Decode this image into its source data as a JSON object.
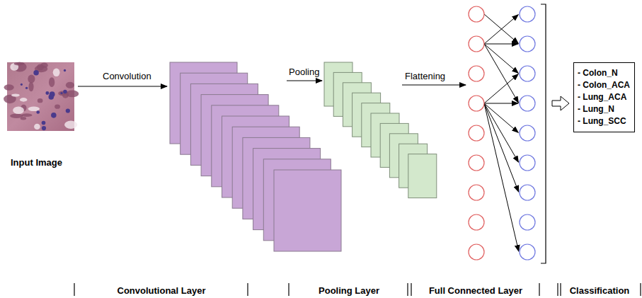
{
  "diagram": {
    "nodes": [
      {
        "text": [
          "- Colon_N",
          "- Colon_ACA",
          "- Lung_ACA",
          "- Lung_N",
          "- Lung_SCC"
        ]
      }
    ],
    "labels": [
      "Input Image",
      "Convolution",
      "Pooling",
      "Flattening",
      "Convolutional Layer",
      "Pooling Layer",
      "Full Connected Layer",
      "Classification"
    ]
  }
}
